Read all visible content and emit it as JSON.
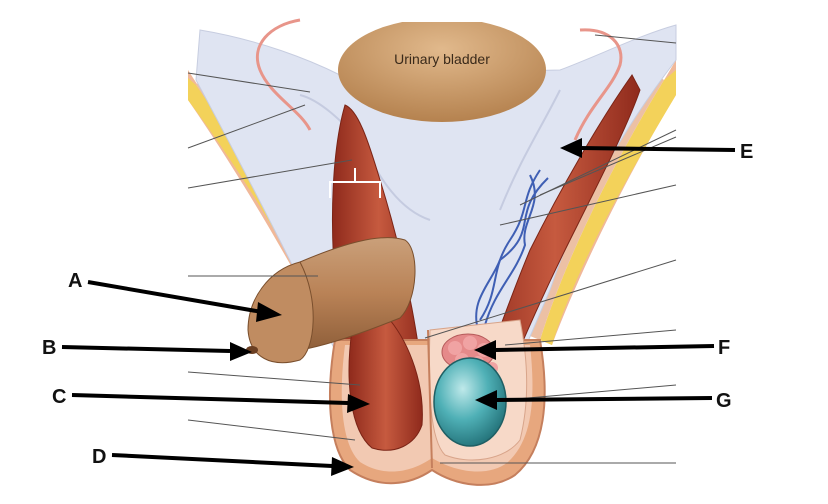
{
  "diagram": {
    "organ_label": "Urinary bladder",
    "labels": [
      {
        "id": "A",
        "text": "A"
      },
      {
        "id": "B",
        "text": "B"
      },
      {
        "id": "C",
        "text": "C"
      },
      {
        "id": "D",
        "text": "D"
      },
      {
        "id": "E",
        "text": "E"
      },
      {
        "id": "F",
        "text": "F"
      },
      {
        "id": "G",
        "text": "G"
      }
    ]
  },
  "colors": {
    "skin": "#e7a77e",
    "fat": "#f3d25a",
    "muscle": "#b5432f",
    "fascia": "#dfe4f2",
    "bladder": "#c99867",
    "penis": "#b98256",
    "testis": "#3f9fa6",
    "epididymis": "#e58a8a",
    "vessel": "#3f5fb4",
    "arrow": "#000000"
  }
}
